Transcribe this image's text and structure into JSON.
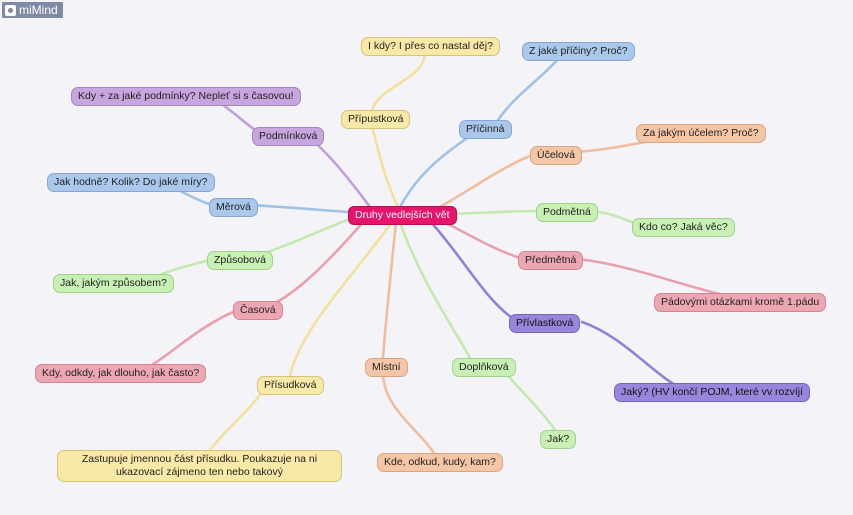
{
  "app": {
    "logo_text": "miMind",
    "logo_icon": "mimind-logo-icon"
  },
  "center": {
    "label": "Druhy vedlejších vět",
    "color": "#e8136a"
  },
  "branches": [
    {
      "key": "pripustkova",
      "label": "Přípustková",
      "question": "I kdy? I přes co nastal děj?",
      "color": "#f3dc8a"
    },
    {
      "key": "pricinna",
      "label": "Příčinná",
      "question": "Z jaké příčiny? Proč?",
      "color": "#8fb8e6"
    },
    {
      "key": "ucelova",
      "label": "Účelová",
      "question": "Za jakým účelem? Proč?",
      "color": "#efb38e"
    },
    {
      "key": "podmetna",
      "label": "Podmětná",
      "question": "Kdo co? Jaká věc?",
      "color": "#b8e8a0"
    },
    {
      "key": "predmetna",
      "label": "Předmětná",
      "question": "Pádovými otázkami kromě 1.pádu",
      "color": "#e8909f"
    },
    {
      "key": "privlastkova",
      "label": "Přívlastková",
      "question": "Jaký? (HV končí POJM, které vv rozvíjí",
      "color": "#7e6cd2"
    },
    {
      "key": "doplnkova",
      "label": "Doplňková",
      "question": "Jak?",
      "color": "#b8e8a0"
    },
    {
      "key": "mistni",
      "label": "Místní",
      "question": "Kde, odkud, kudy, kam?",
      "color": "#efb38e"
    },
    {
      "key": "prisudkova",
      "label": "Přísudková",
      "question": "Zastupuje jmennou část přísudku. Poukazuje na ni ukazovací zájmeno ten nebo takový",
      "color": "#f3dc8a"
    },
    {
      "key": "casova",
      "label": "Časová",
      "question": "Kdy, odkdy, jak dlouho, jak často?",
      "color": "#e8909f"
    },
    {
      "key": "zpusobova",
      "label": "Způsobová",
      "question": "Jak, jakým způsobem?",
      "color": "#b8e8a0"
    },
    {
      "key": "merova",
      "label": "Měrová",
      "question": "Jak hodně? Kolik? Do jaké míry?",
      "color": "#8fb8e6"
    },
    {
      "key": "podminkova",
      "label": "Podmínková",
      "question": "Kdy + za jaké podmínky? Nepleť si s časovou!",
      "color": "#b98fd6"
    }
  ]
}
